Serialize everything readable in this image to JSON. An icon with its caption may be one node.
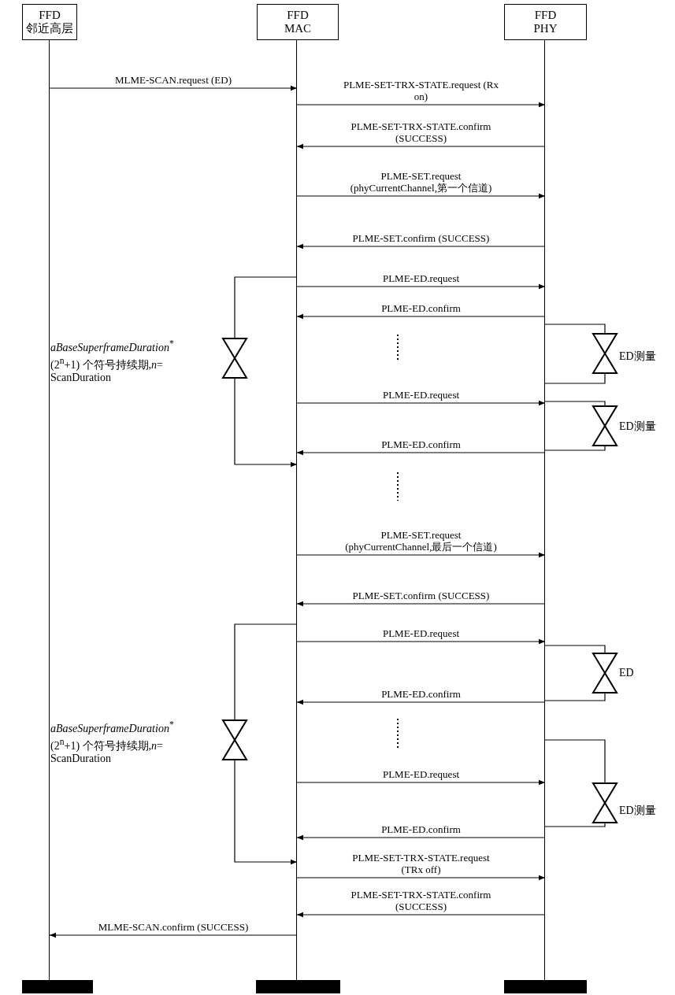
{
  "diagram": {
    "nodes": [
      {
        "text": [
          "FFD 邻近高层"
        ]
      },
      {
        "text": [
          "FFD MAC"
        ]
      },
      {
        "text": [
          "FFD PHY"
        ]
      },
      {
        "text": [],
        "shape": "bar",
        "in": 0
      },
      {
        "text": [],
        "shape": "bar",
        "in": 1
      },
      {
        "text": [],
        "shape": "bar",
        "in": 2
      }
    ],
    "edges": [
      {
        "from": 0,
        "to": 1,
        "arrow": "to",
        "label": "MLME-SCAN.request (ED)"
      },
      {
        "from": 1,
        "to": 2,
        "arrow": "to",
        "label": "PLME-SET-TRX-STATE.request (Rx on)"
      },
      {
        "from": 2,
        "to": 1,
        "arrow": "to",
        "label": "PLME-SET-TRX-STATE.confirm (SUCCESS)"
      },
      {
        "from": 1,
        "to": 2,
        "arrow": "to",
        "label": "PLME-SET.request (phyCurrentChannel,第一个信道)"
      },
      {
        "from": 2,
        "to": 1,
        "arrow": "to",
        "label": "PLME-SET.confirm (SUCCESS)"
      },
      {
        "from": 1,
        "to": 2,
        "arrow": "to",
        "label": "PLME-ED.request"
      },
      {
        "from": 2,
        "to": 1,
        "arrow": "to",
        "label": "PLME-ED.confirm"
      },
      {
        "from": 1,
        "to": 2,
        "arrow": "to",
        "label": "PLME-ED.request"
      },
      {
        "from": 2,
        "to": 1,
        "arrow": "to",
        "label": "PLME-ED.confirm"
      },
      {
        "from": 1,
        "to": 2,
        "arrow": "to",
        "label": "PLME-SET.request (phyCurrentChannel,最后一个信道)"
      },
      {
        "from": 2,
        "to": 1,
        "arrow": "to",
        "label": "PLME-SET.confirm (SUCCESS)"
      },
      {
        "from": 1,
        "to": 2,
        "arrow": "to",
        "label": "PLME-ED.request"
      },
      {
        "from": 2,
        "to": 1,
        "arrow": "to",
        "label": "PLME-ED.confirm"
      },
      {
        "from": 1,
        "to": 2,
        "arrow": "to",
        "label": "PLME-ED.request"
      },
      {
        "from": 2,
        "to": 1,
        "arrow": "to",
        "label": "PLME-ED.confirm"
      },
      {
        "from": 1,
        "to": 2,
        "arrow": "to",
        "label": "PLME-SET-TRX-STATE.request (TRx off)"
      },
      {
        "from": 2,
        "to": 1,
        "arrow": "to",
        "label": "PLME-SET-TRX-STATE.confirm (SUCCESS)"
      },
      {
        "from": 1,
        "to": 0,
        "arrow": "to",
        "label": "MLME-SCAN.confirm (SUCCESS)"
      }
    ],
    "labels": [
      "*aBaseSuperframeDuration*$^{*}$ (2$^{n}$+1) 个符号持续期,*n*= ScanDuration",
      "ED测量",
      "ED测量",
      "ED",
      "*aBaseSuperframeDuration*$^{*}$ (2$^{n}$+1) 个符号持续期,*n*= ScanDuration",
      "ED测量"
    ]
  }
}
